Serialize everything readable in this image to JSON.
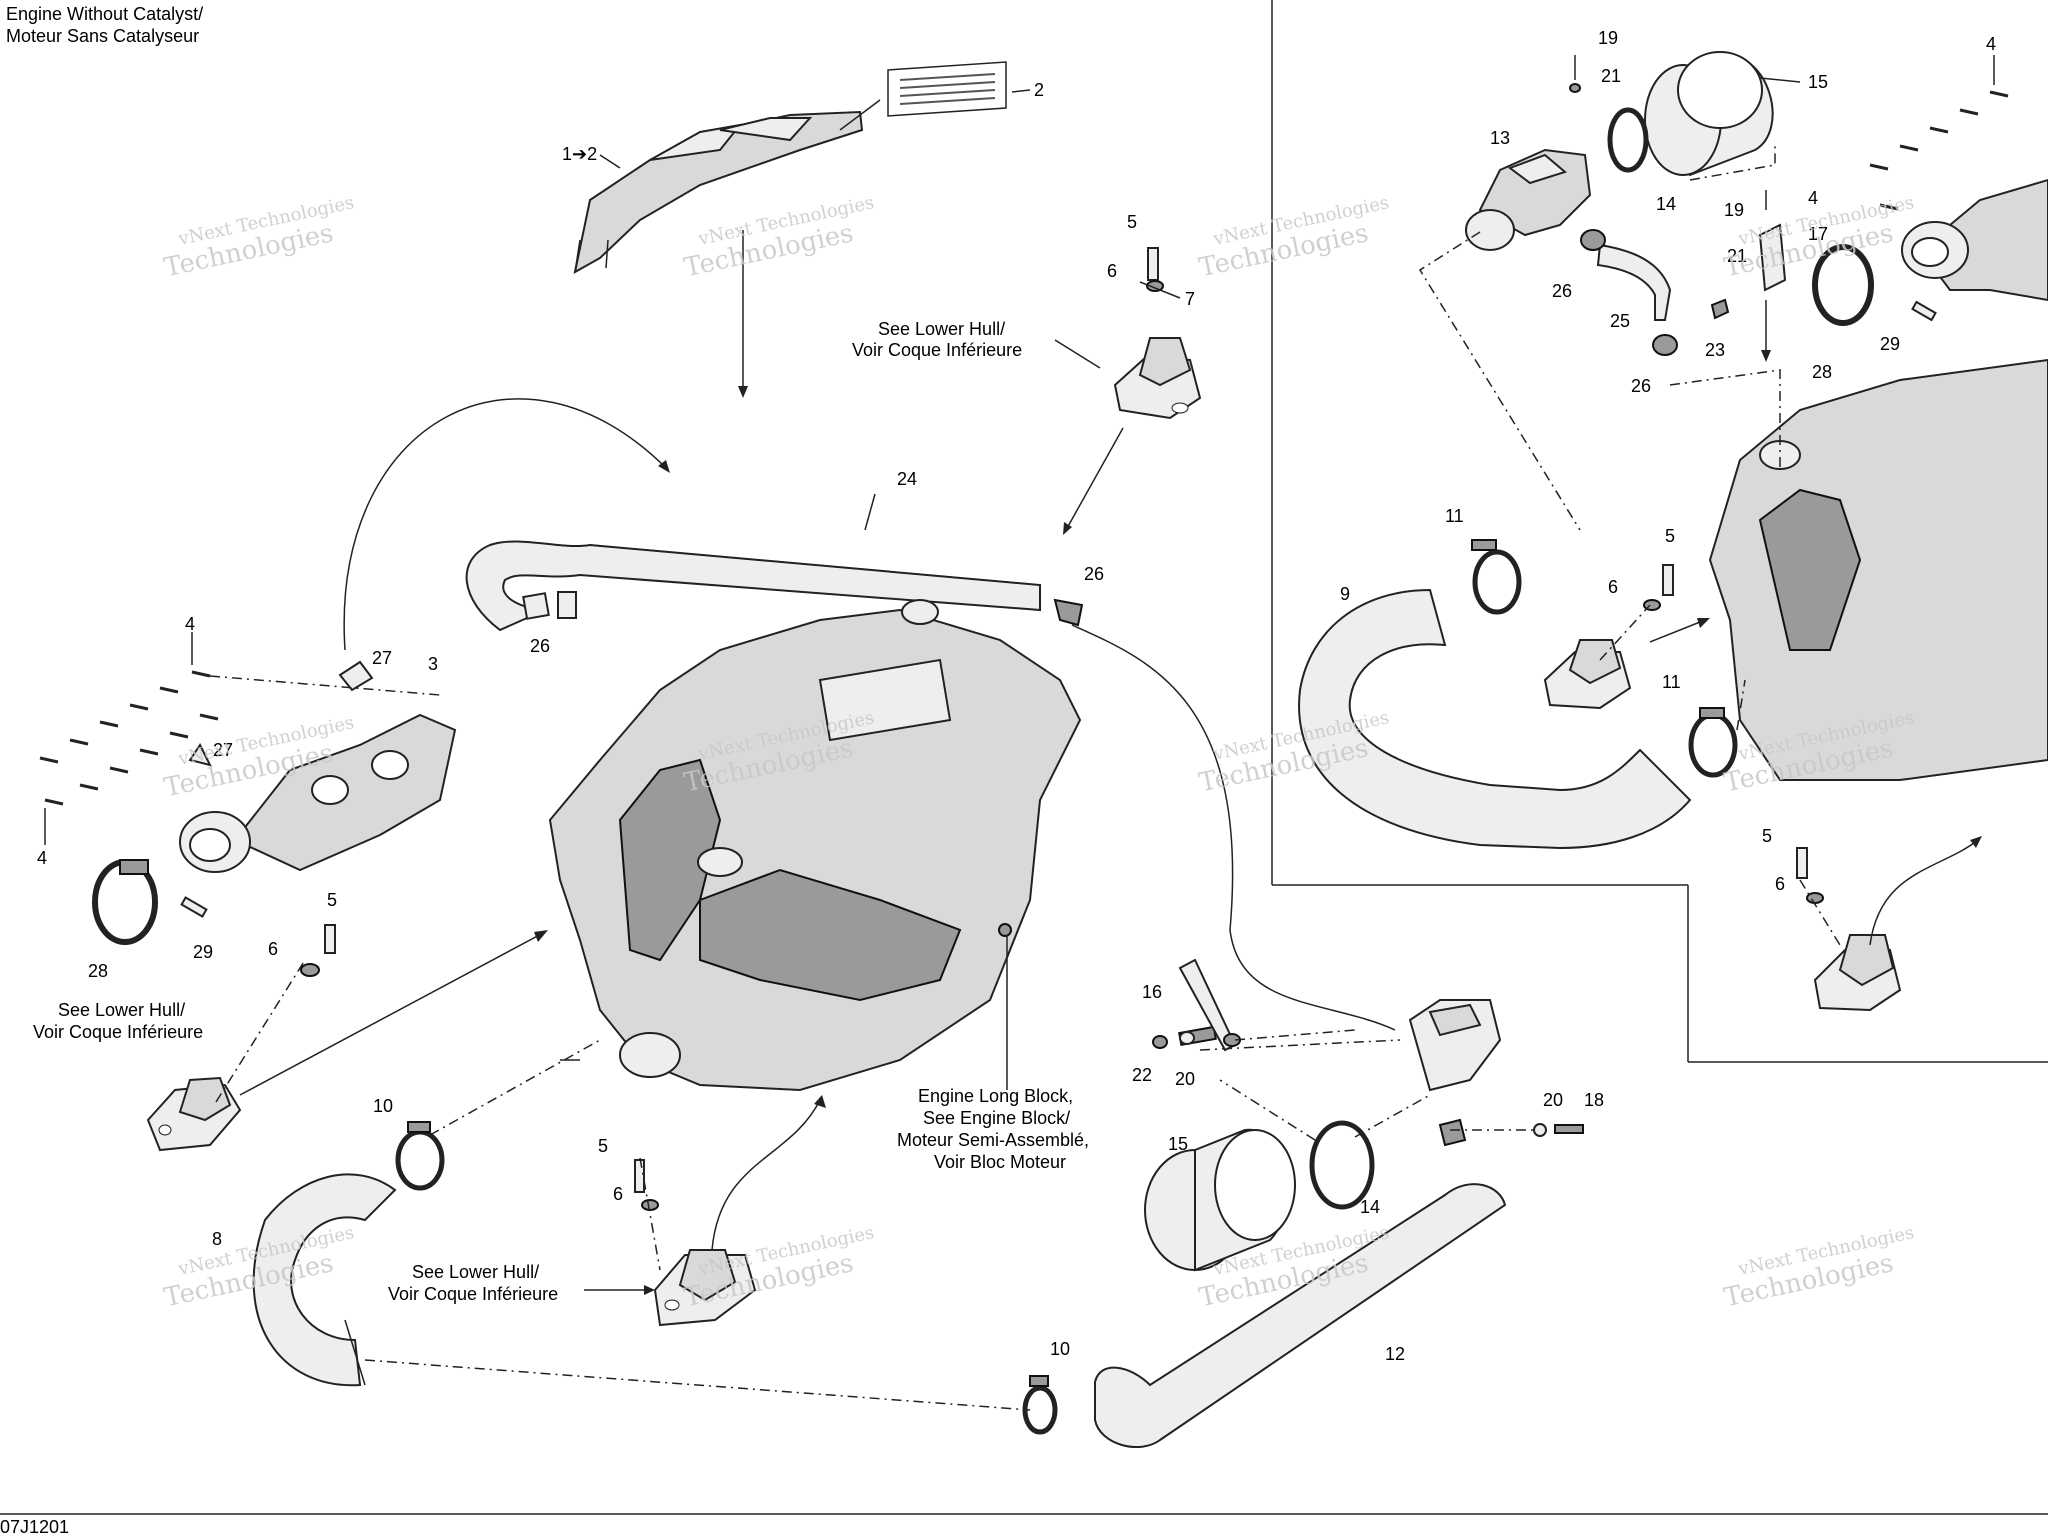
{
  "header": {
    "title_line1": "Engine Without Catalyst/",
    "title_line2": "Moteur Sans Catalyseur"
  },
  "footer": {
    "drawing_code": "07J1201"
  },
  "watermark": {
    "line1": "vNext Technologies",
    "line2": "Technologies"
  },
  "notes": {
    "see_lower_hull_1": "See Lower Hull/",
    "see_lower_hull_2": "Voir Coque Inférieure",
    "engine_block_1": "Engine Long Block,",
    "engine_block_2": "See Engine Block/",
    "engine_block_3": "Moteur Semi-Assemblé,",
    "engine_block_4": "Voir Bloc Moteur"
  },
  "callouts": {
    "c1_2": "1➔2",
    "c2": "2",
    "c3": "3",
    "c4": "4",
    "c5": "5",
    "c6": "6",
    "c7": "7",
    "c8": "8",
    "c9": "9",
    "c10": "10",
    "c11": "11",
    "c12": "12",
    "c13": "13",
    "c14": "14",
    "c15": "15",
    "c16": "16",
    "c17": "17",
    "c18": "18",
    "c19": "19",
    "c20": "20",
    "c21": "21",
    "c22": "22",
    "c23": "23",
    "c24": "24",
    "c25": "25",
    "c26": "26",
    "c27": "27",
    "c28": "28",
    "c29": "29"
  },
  "icons": {
    "engine": "engine-block-icon",
    "clamp": "hose-clamp-icon",
    "mount": "engine-mount-icon",
    "filter": "air-filter-icon"
  }
}
